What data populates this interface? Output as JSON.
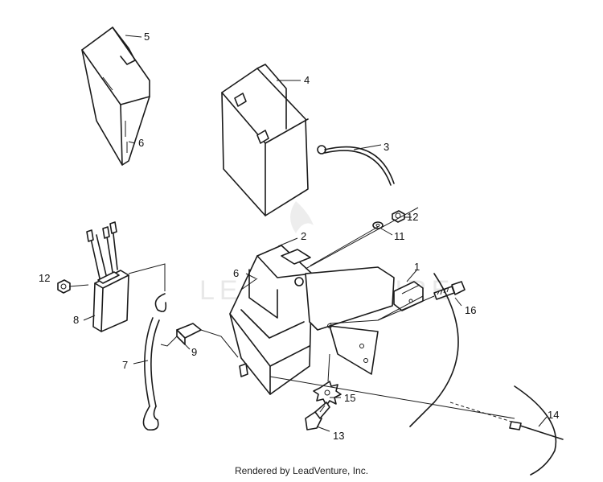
{
  "diagram": {
    "callouts": {
      "c1": "1",
      "c2": "2",
      "c3": "3",
      "c4": "4",
      "c5": "5",
      "c6a": "6",
      "c6b": "6",
      "c7": "7",
      "c8": "8",
      "c9": "9",
      "c11": "11",
      "c12a": "12",
      "c12b": "12",
      "c13": "13",
      "c14": "14",
      "c15": "15",
      "c16": "16"
    },
    "watermark": "LEADVENTURE"
  },
  "footer": {
    "credit": "Rendered by LeadVenture, Inc."
  }
}
